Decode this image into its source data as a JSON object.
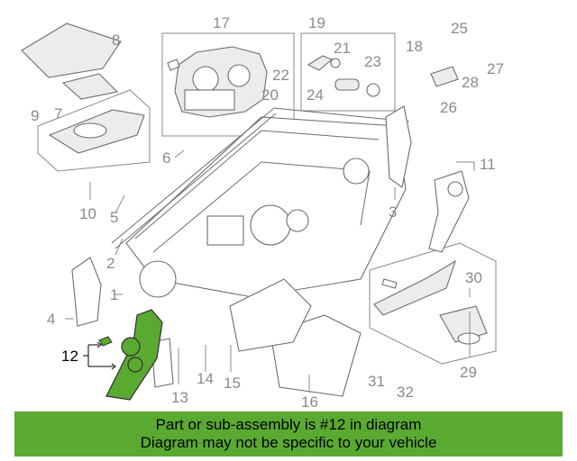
{
  "diagram": {
    "callouts": [
      "1",
      "2",
      "3",
      "4",
      "5",
      "6",
      "7",
      "8",
      "9",
      "10",
      "11",
      "12",
      "13",
      "14",
      "15",
      "16",
      "17",
      "19",
      "18",
      "20",
      "21",
      "22",
      "23",
      "24",
      "25",
      "26",
      "27",
      "28",
      "29",
      "30",
      "31",
      "32"
    ],
    "highlighted_part": "12",
    "highlight_color": "#5aaa32"
  },
  "banner": {
    "line1": "Part or sub-assembly is #12 in diagram",
    "line2": "Diagram may not be specific to your vehicle",
    "background": "#5aaa32"
  }
}
